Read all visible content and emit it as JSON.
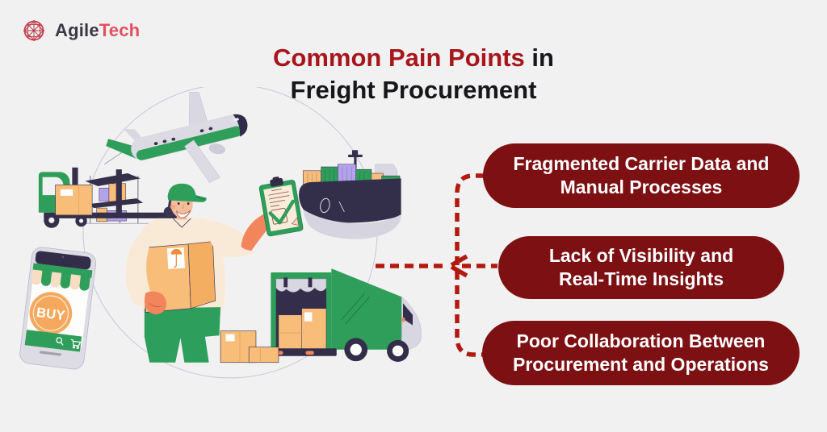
{
  "logo": {
    "brand_part1": "Agile",
    "brand_part2": "Tech"
  },
  "title": {
    "highlight": "Common Pain Points",
    "suffix": " in",
    "line2": "Freight Procurement"
  },
  "pain_points": [
    {
      "line1": "Fragmented Carrier Data and",
      "line2": "Manual Processes"
    },
    {
      "line1": "Lack of Visibility and",
      "line2": "Real-Time Insights"
    },
    {
      "line1": "Poor Collaboration Between",
      "line2": "Procurement and Operations"
    }
  ],
  "illustration": {
    "phone_button_label": "BUY",
    "icons": [
      "airplane-icon",
      "cargo-ship-icon",
      "delivery-truck-icon",
      "forklift-icon",
      "warehouse-shelf-icon",
      "worker-with-box-icon",
      "checklist-clipboard-icon",
      "shopping-phone-icon",
      "search-icon",
      "cart-icon"
    ]
  },
  "colors": {
    "background": "#f2f1f2",
    "title_red": "#a6161b",
    "title_dark": "#17161a",
    "pill_bg": "#7d1013",
    "pill_text": "#ffffff",
    "dash_red": "#b2190f",
    "logo_red": "#cd4150",
    "logo_dark": "#3a3842",
    "logo_accent": "#e2505f",
    "illustration_green": "#2f9e5b",
    "illustration_orange": "#f8bd78",
    "illustration_purple": "#b4a3ec",
    "illustration_navy": "#34304a",
    "illustration_gray": "#dcdae3",
    "illustration_skin": "#f6bd9a",
    "illustration_shirt": "#f9ead7",
    "illustration_hand": "#f2855c"
  }
}
